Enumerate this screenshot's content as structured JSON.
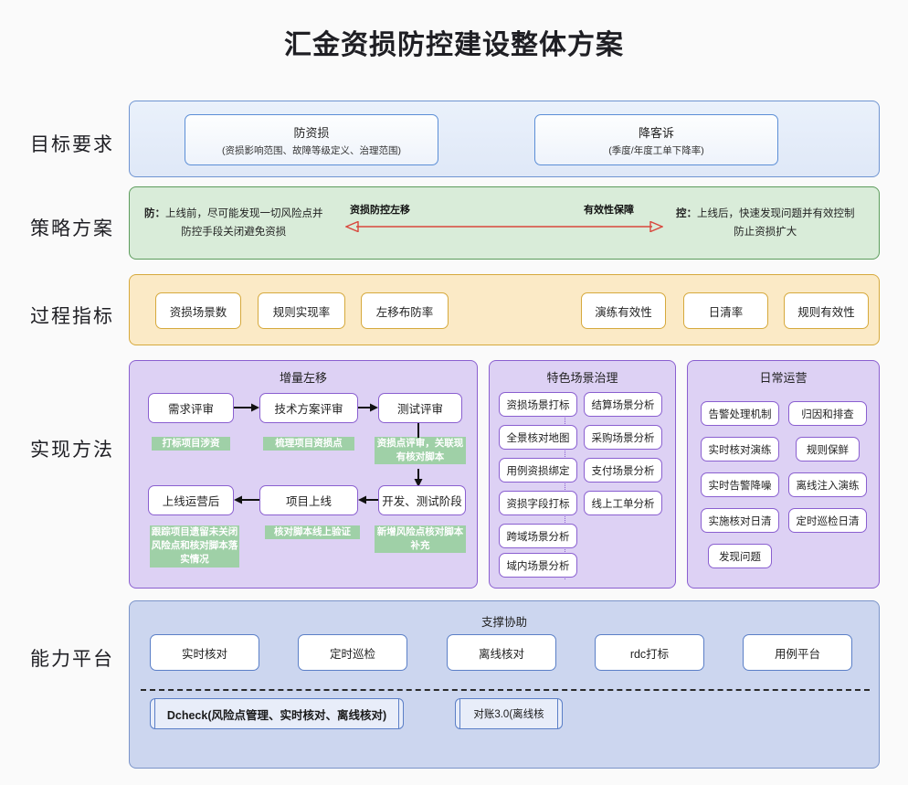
{
  "title": "汇金资损防控建设整体方案",
  "row_labels": {
    "goal": "目标要求",
    "strategy": "策略方案",
    "metrics": "过程指标",
    "methods": "实现方法",
    "platform": "能力平台"
  },
  "goal_section": {
    "boxes": [
      {
        "title": "防资损",
        "sub": "(资损影响范围、故障等级定义、治理范围)"
      },
      {
        "title": "降客诉",
        "sub": "(季度/年度工单下降率)"
      }
    ]
  },
  "strategy_section": {
    "left_prefix": "防：",
    "left_line1": "上线前，尽可能发现一切风险点并",
    "left_line2": "防控手段关闭避免资损",
    "right_prefix": "控：",
    "right_line1": "上线后，快速发现问题并有效控制",
    "right_line2": "防止资损扩大",
    "arrow_label_left": "资损防控左移",
    "arrow_label_right": "有效性保障",
    "arrow_color": "#d9463c"
  },
  "metrics_section": {
    "left_group": [
      "资损场景数",
      "规则实现率",
      "左移布防率"
    ],
    "right_group": [
      "演练有效性",
      "日清率",
      "规则有效性"
    ]
  },
  "methods_section": {
    "left_panel": {
      "title": "增量左移",
      "nodes": [
        "需求评审",
        "技术方案评审",
        "测试评审",
        "开发、测试阶段",
        "项目上线",
        "上线运营后"
      ],
      "notes": [
        "打标项目涉资",
        "梳理项目资损点",
        "资损点评审，关联现有核对脚本",
        "新增风险点核对脚本补充",
        "核对脚本线上验证",
        "跟踪项目遗留未关闭风险点和核对脚本落实情况"
      ]
    },
    "mid_panel": {
      "title": "特色场景治理",
      "col_left": [
        "资损场景打标",
        "全景核对地图",
        "用例资损绑定",
        "资损字段打标",
        "跨域场景分析",
        "域内场景分析"
      ],
      "col_right": [
        "结算场景分析",
        "采购场景分析",
        "支付场景分析",
        "线上工单分析"
      ]
    },
    "right_panel": {
      "title": "日常运营",
      "col_left": [
        "告警处理机制",
        "实时核对演练",
        "实时告警降噪",
        "实施核对日清",
        "发现问题"
      ],
      "col_right": [
        "归因和排查",
        "规则保鲜",
        "离线注入演练",
        "定时巡检日清"
      ]
    }
  },
  "platform_section": {
    "title": "支撑协助",
    "tools": [
      "实时核对",
      "定时巡检",
      "离线核对",
      "rdc打标",
      "用例平台"
    ],
    "systems": [
      "Dcheck(风险点管理、实时核对、离线核对)",
      "对账3.0(离线核"
    ]
  },
  "colors": {
    "goal_border": "#6f94d1",
    "strategy_border": "#5c9c5c",
    "metrics_border": "#d6a93c",
    "methods_border": "#8a5fd0",
    "platform_border": "#7a93c9",
    "note_bg": "#9fd0a7"
  }
}
